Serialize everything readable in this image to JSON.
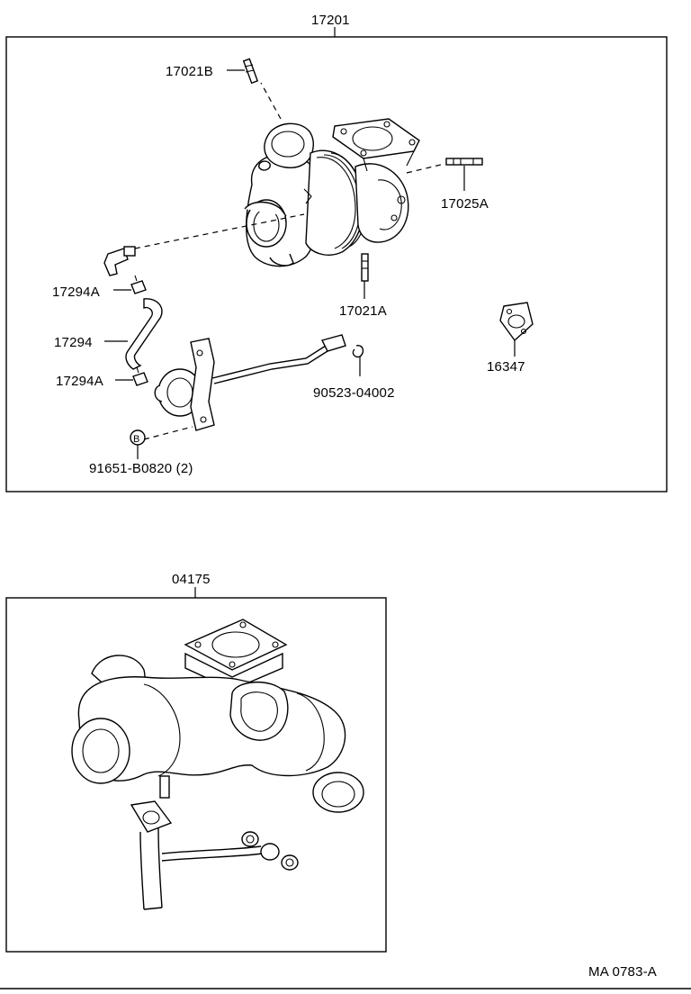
{
  "top_assembly": {
    "number": "17201",
    "parts": {
      "stud_b": "17021B",
      "stud_rear": "17025A",
      "hose_clamp_upper": "17294A",
      "hose": "17294",
      "hose_clamp_lower": "17294A",
      "stud_a": "17021A",
      "gasket": "16347",
      "clip": "90523-04002",
      "nut": "91651-B0820 (2)",
      "nut_marker": "B"
    }
  },
  "bottom_assembly": {
    "number": "04175"
  },
  "footer": {
    "code": "MA 0783-A"
  }
}
